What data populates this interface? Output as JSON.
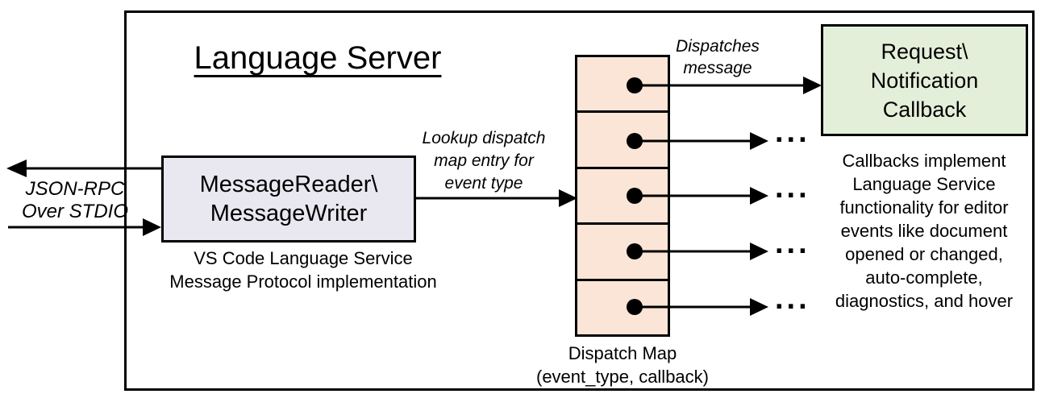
{
  "title": "Language Server",
  "message_box": {
    "lines": [
      "MessageReader\\",
      "MessageWriter"
    ],
    "fill": "#e9e7ef",
    "caption_lines": [
      "VS Code Language Service",
      "Message Protocol implementation"
    ]
  },
  "stdio_label": {
    "lines": [
      "JSON-RPC",
      "Over STDIO"
    ]
  },
  "lookup_label": {
    "lines": [
      "Lookup dispatch",
      "map entry for",
      "event type"
    ]
  },
  "dispatches_label": {
    "lines": [
      "Dispatches",
      "message"
    ]
  },
  "dispatch_map": {
    "fill": "#fbe5d6",
    "rows": 5,
    "caption_lines": [
      "Dispatch Map",
      "(event_type, callback)"
    ]
  },
  "callback_box": {
    "lines": [
      "Request\\",
      "Notification",
      "Callback"
    ],
    "fill": "#e4efda"
  },
  "callback_caption": {
    "lines": [
      "Callbacks implement",
      "Language Service",
      "functionality for editor",
      "events like document",
      "opened or changed,",
      "auto-complete,",
      "diagnostics, and hover"
    ]
  },
  "ellipsis": "...",
  "colors": {
    "line": "#000000",
    "background": "#ffffff"
  }
}
